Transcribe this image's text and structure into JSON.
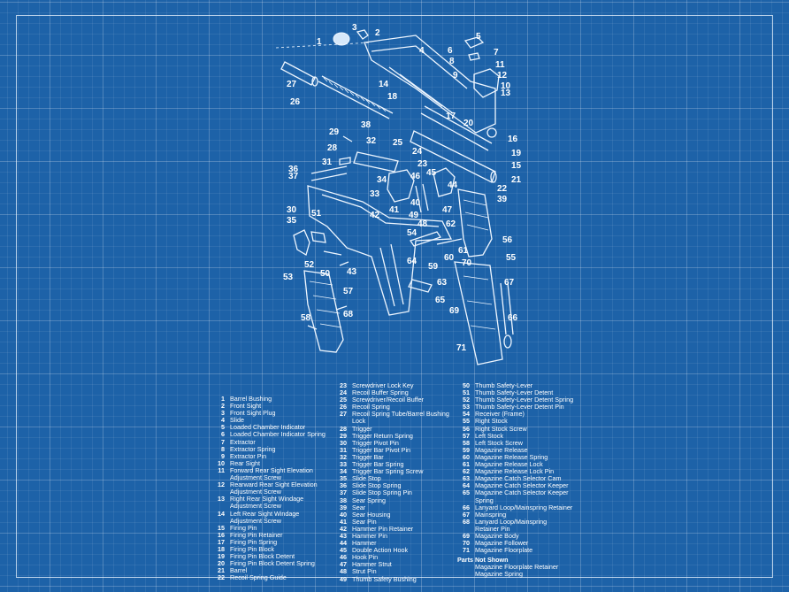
{
  "diagram": {
    "callouts": [
      {
        "n": "1"
      },
      {
        "n": "2"
      },
      {
        "n": "3"
      },
      {
        "n": "4"
      },
      {
        "n": "5"
      },
      {
        "n": "6"
      },
      {
        "n": "7"
      },
      {
        "n": "8"
      },
      {
        "n": "9"
      },
      {
        "n": "10"
      },
      {
        "n": "11"
      },
      {
        "n": "12"
      },
      {
        "n": "13"
      },
      {
        "n": "14"
      },
      {
        "n": "15"
      },
      {
        "n": "16"
      },
      {
        "n": "17"
      },
      {
        "n": "18"
      },
      {
        "n": "19"
      },
      {
        "n": "20"
      },
      {
        "n": "21"
      },
      {
        "n": "22"
      },
      {
        "n": "23"
      },
      {
        "n": "24"
      },
      {
        "n": "25"
      },
      {
        "n": "26"
      },
      {
        "n": "27"
      },
      {
        "n": "28"
      },
      {
        "n": "29"
      },
      {
        "n": "30"
      },
      {
        "n": "31"
      },
      {
        "n": "32"
      },
      {
        "n": "33"
      },
      {
        "n": "34"
      },
      {
        "n": "35"
      },
      {
        "n": "36"
      },
      {
        "n": "37"
      },
      {
        "n": "38"
      },
      {
        "n": "39"
      },
      {
        "n": "40"
      },
      {
        "n": "41"
      },
      {
        "n": "42"
      },
      {
        "n": "43"
      },
      {
        "n": "44"
      },
      {
        "n": "45"
      },
      {
        "n": "46"
      },
      {
        "n": "47"
      },
      {
        "n": "48"
      },
      {
        "n": "49"
      },
      {
        "n": "50"
      },
      {
        "n": "51"
      },
      {
        "n": "52"
      },
      {
        "n": "53"
      },
      {
        "n": "54"
      },
      {
        "n": "55"
      },
      {
        "n": "56"
      },
      {
        "n": "57"
      },
      {
        "n": "58"
      },
      {
        "n": "59"
      },
      {
        "n": "60"
      },
      {
        "n": "61"
      },
      {
        "n": "62"
      },
      {
        "n": "63"
      },
      {
        "n": "64"
      },
      {
        "n": "65"
      },
      {
        "n": "66"
      },
      {
        "n": "67"
      },
      {
        "n": "68"
      },
      {
        "n": "69"
      },
      {
        "n": "70"
      },
      {
        "n": "71"
      }
    ]
  },
  "legend": {
    "col1": [
      {
        "n": "1",
        "t": "Barrel Bushing"
      },
      {
        "n": "2",
        "t": "Front Sight"
      },
      {
        "n": "3",
        "t": "Front Sight Plug"
      },
      {
        "n": "4",
        "t": "Slide"
      },
      {
        "n": "5",
        "t": "Loaded Chamber Indicator"
      },
      {
        "n": "6",
        "t": "Loaded Chamber Indicator Spring"
      },
      {
        "n": "7",
        "t": "Extractor"
      },
      {
        "n": "8",
        "t": "Extractor Spring"
      },
      {
        "n": "9",
        "t": "Extractor Pin"
      },
      {
        "n": "10",
        "t": "Rear Sight"
      },
      {
        "n": "11",
        "t": "Forward Rear Sight Elevation",
        "c": "Adjustment Screw"
      },
      {
        "n": "12",
        "t": "Rearward Rear Sight Elevation",
        "c": "Adjustment Screw"
      },
      {
        "n": "13",
        "t": "Right Rear Sight Windage",
        "c": "Adjustment Screw"
      },
      {
        "n": "14",
        "t": "Left Rear Sight Windage",
        "c": "Adjustment Screw"
      },
      {
        "n": "15",
        "t": "Firing Pin"
      },
      {
        "n": "16",
        "t": "Firing Pin Retainer"
      },
      {
        "n": "17",
        "t": "Firing Pin Spring"
      },
      {
        "n": "18",
        "t": "Firing Pin Block"
      },
      {
        "n": "19",
        "t": "Firing Pin Block Detent"
      },
      {
        "n": "20",
        "t": "Firing Pin Block Detent Spring"
      },
      {
        "n": "21",
        "t": "Barrel"
      },
      {
        "n": "22",
        "t": "Recoil Spring Guide"
      }
    ],
    "col2": [
      {
        "n": "23",
        "t": "Screwdriver Lock Key"
      },
      {
        "n": "24",
        "t": "Recoil Buffer Spring"
      },
      {
        "n": "25",
        "t": "Screwdriver/Recoil Buffer"
      },
      {
        "n": "26",
        "t": "Recoil Spring"
      },
      {
        "n": "27",
        "t": "Recoil Spring Tube/Barrel Bushing",
        "c": "Lock"
      },
      {
        "n": "28",
        "t": "Trigger"
      },
      {
        "n": "29",
        "t": "Trigger Return Spring"
      },
      {
        "n": "30",
        "t": "Trigger Pivot Pin"
      },
      {
        "n": "31",
        "t": "Trigger Bar Pivot Pin"
      },
      {
        "n": "32",
        "t": "Trigger Bar"
      },
      {
        "n": "33",
        "t": "Trigger Bar Spring"
      },
      {
        "n": "34",
        "t": "Trigger Bar Spring Screw"
      },
      {
        "n": "35",
        "t": "Slide Stop"
      },
      {
        "n": "36",
        "t": "Slide Stop Spring"
      },
      {
        "n": "37",
        "t": "Slide Stop Spring Pin"
      },
      {
        "n": "38",
        "t": "Sear Spring"
      },
      {
        "n": "39",
        "t": "Sear"
      },
      {
        "n": "40",
        "t": "Sear Housing"
      },
      {
        "n": "41",
        "t": "Sear Pin"
      },
      {
        "n": "42",
        "t": "Hammer Pin Retainer"
      },
      {
        "n": "43",
        "t": "Hammer Pin"
      },
      {
        "n": "44",
        "t": "Hammer"
      },
      {
        "n": "45",
        "t": "Double Action Hook"
      },
      {
        "n": "46",
        "t": "Hook Pin"
      },
      {
        "n": "47",
        "t": "Hammer Strut"
      },
      {
        "n": "48",
        "t": "Strut Pin"
      },
      {
        "n": "49",
        "t": "Thumb Safety Bushing"
      }
    ],
    "col3": [
      {
        "n": "50",
        "t": "Thumb Safety-Lever"
      },
      {
        "n": "51",
        "t": "Thumb Safety-Lever Detent"
      },
      {
        "n": "52",
        "t": "Thumb Safety-Lever Detent Spring"
      },
      {
        "n": "53",
        "t": "Thumb Safety-Lever Detent Pin"
      },
      {
        "n": "54",
        "t": "Receiver (Frame)"
      },
      {
        "n": "55",
        "t": "Right Stock"
      },
      {
        "n": "56",
        "t": "Right Stock Screw"
      },
      {
        "n": "57",
        "t": "Left Stock"
      },
      {
        "n": "58",
        "t": "Left Stock Screw"
      },
      {
        "n": "59",
        "t": "Magazine Release"
      },
      {
        "n": "60",
        "t": "Magazine Release Spring"
      },
      {
        "n": "61",
        "t": "Magazine Release Lock"
      },
      {
        "n": "62",
        "t": "Magazine Release Lock Pin"
      },
      {
        "n": "63",
        "t": "Magazine Catch Selector Cam"
      },
      {
        "n": "64",
        "t": "Magazine Catch Selector Keeper"
      },
      {
        "n": "65",
        "t": "Magazine Catch Selector Keeper",
        "c": "Spring"
      },
      {
        "n": "66",
        "t": "Lanyard Loop/Mainspring Retainer"
      },
      {
        "n": "67",
        "t": "Mainspring"
      },
      {
        "n": "68",
        "t": "Lanyard Loop/Mainspring",
        "c": "Retainer Pin"
      },
      {
        "n": "69",
        "t": "Magazine Body"
      },
      {
        "n": "70",
        "t": "Magazine Follower"
      },
      {
        "n": "71",
        "t": "Magazine Floorplate"
      }
    ],
    "not_shown_header": "Parts Not Shown",
    "not_shown": [
      "Magazine Floorplate Retainer",
      "Magazine Spring"
    ]
  }
}
